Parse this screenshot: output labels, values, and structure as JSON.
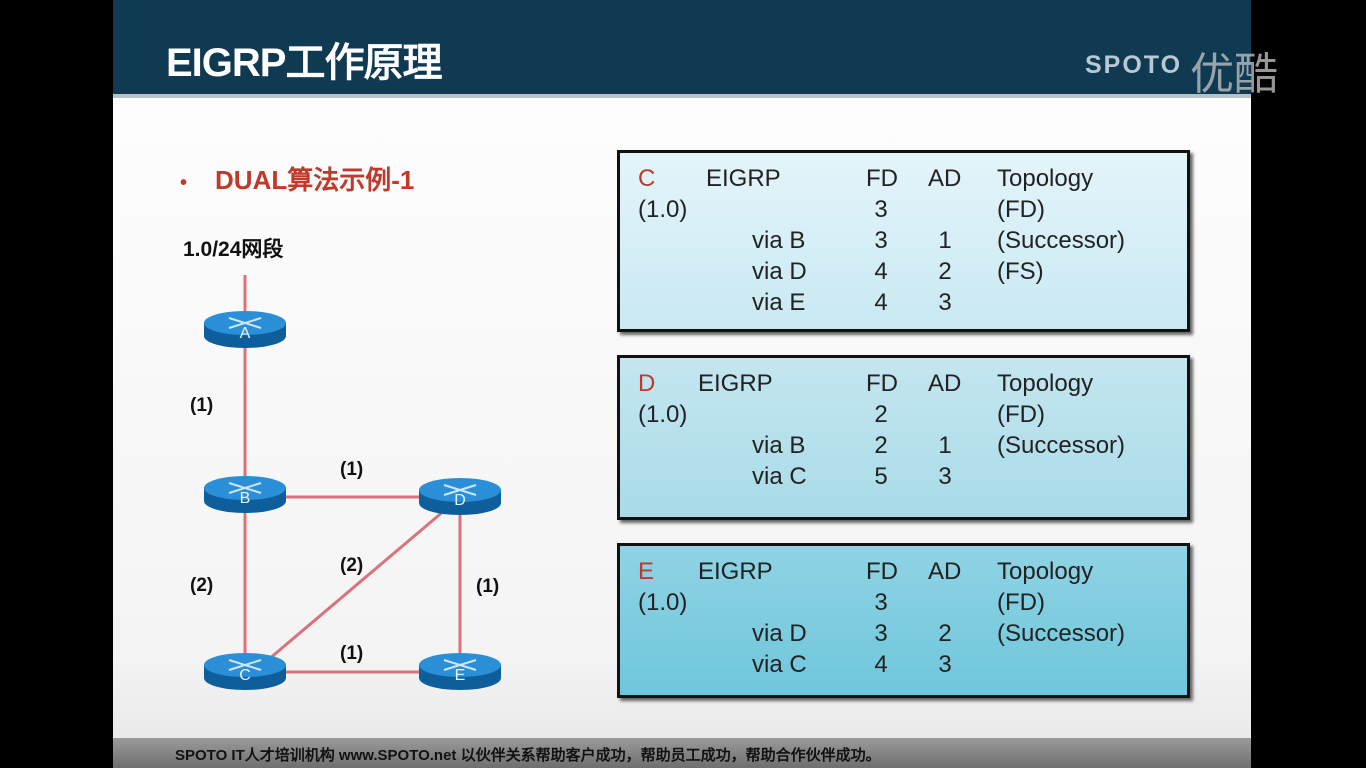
{
  "header": {
    "title": "EIGRP工作原理",
    "brand": "SPOTO",
    "watermark": "优酷"
  },
  "bullet": {
    "dot": "•",
    "text": "DUAL算法示例-1"
  },
  "segment_label": "1.0/24网段",
  "routers": [
    "A",
    "B",
    "C",
    "D",
    "E"
  ],
  "link_costs": {
    "a_b": "(1)",
    "b_d": "(1)",
    "b_c": "(2)",
    "c_d": "(2)",
    "d_e": "(1)",
    "c_e": "(1)"
  },
  "tables": [
    {
      "router": "C",
      "proto": "EIGRP",
      "fd_h": "FD",
      "ad_h": "AD",
      "topo_h": "Topology",
      "net": "(1.0)",
      "net_fd": "3",
      "net_note": "(FD)",
      "rows": [
        {
          "via": "via B",
          "fd": "3",
          "ad": "1",
          "note": "(Successor)"
        },
        {
          "via": "via D",
          "fd": "4",
          "ad": "2",
          "note": "(FS)"
        },
        {
          "via": "via E",
          "fd": "4",
          "ad": "3",
          "note": ""
        }
      ]
    },
    {
      "router": "D",
      "proto": "EIGRP",
      "fd_h": "FD",
      "ad_h": "AD",
      "topo_h": "Topology",
      "net": "(1.0)",
      "net_fd": "2",
      "net_note": "(FD)",
      "rows": [
        {
          "via": "via B",
          "fd": "2",
          "ad": "1",
          "note": "(Successor)"
        },
        {
          "via": "via C",
          "fd": "5",
          "ad": "3",
          "note": ""
        }
      ]
    },
    {
      "router": "E",
      "proto": "EIGRP",
      "fd_h": "FD",
      "ad_h": "AD",
      "topo_h": "Topology",
      "net": "(1.0)",
      "net_fd": "3",
      "net_note": "(FD)",
      "rows": [
        {
          "via": "via D",
          "fd": "3",
          "ad": "2",
          "note": "(Successor)"
        },
        {
          "via": "via C",
          "fd": "4",
          "ad": "3",
          "note": ""
        }
      ]
    }
  ],
  "footer": "SPOTO IT人才培训机构   www.SPOTO.net   以伙伴关系帮助客户成功，帮助员工成功，帮助合作伙伴成功。",
  "colors": {
    "header": "#0f3a52",
    "accent_red": "#c0392b",
    "link": "#d9727a",
    "router": "#1a7fc4"
  }
}
